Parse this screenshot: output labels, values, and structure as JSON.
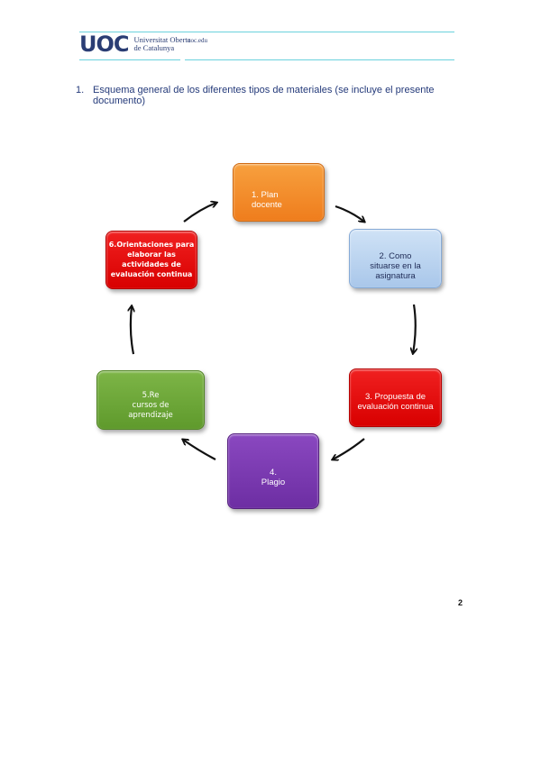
{
  "header": {
    "logo_letters": "UOC",
    "logo_text": "Universitat Oberta\nde Catalunya",
    "site": "uoc.edu"
  },
  "heading": {
    "number": "1.",
    "text": "Esquema general de los diferentes tipos de materiales (se incluye el presente documento)"
  },
  "diagram": {
    "nodes": [
      {
        "label": "1. Plan\ndocente",
        "color": "#ef7d1d"
      },
      {
        "label": "2. Como\nsituarse en la\nasignatura",
        "color": "#a9c7ea"
      },
      {
        "label": "3. Propuesta de\nevaluación continua",
        "color": "#d80000"
      },
      {
        "label": "4.\nPlagio",
        "color": "#6d2ea3"
      },
      {
        "label": "5.Re\ncursos de\naprendizaje",
        "color": "#5f9a2c"
      },
      {
        "label": "6.Orientaciones para\nelaborar las\nactividades de\nevaluación continua",
        "color": "#d80000"
      }
    ]
  },
  "footer": {
    "page_number": "2"
  }
}
